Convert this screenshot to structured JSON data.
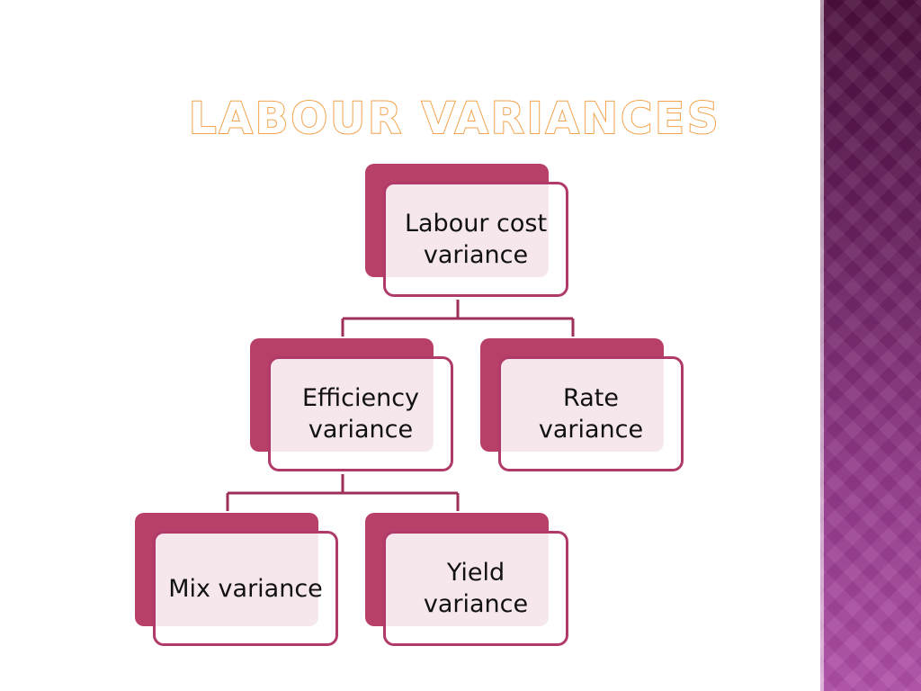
{
  "slide": {
    "title": "Labour Variances"
  },
  "diagram": {
    "nodes": {
      "root": "Labour cost variance",
      "efficiency": "Efficiency variance",
      "rate": "Rate variance",
      "mix": "Mix variance",
      "yield": "Yield variance"
    },
    "edges": [
      [
        "root",
        "efficiency"
      ],
      [
        "root",
        "rate"
      ],
      [
        "efficiency",
        "mix"
      ],
      [
        "efficiency",
        "yield"
      ]
    ]
  },
  "colors": {
    "accent": "#b73f68",
    "title_outline": "#f2a24a",
    "sidebar_top": "#4a0e3c",
    "sidebar_bottom": "#b04fa8"
  }
}
